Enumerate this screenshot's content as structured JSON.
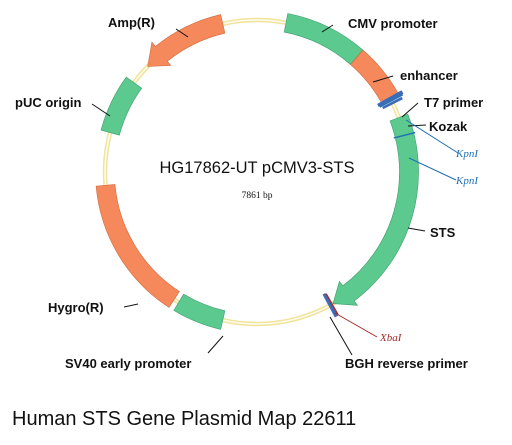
{
  "plasmid": {
    "name": "HG17862-UT pCMV3-STS",
    "size": "7861 bp"
  },
  "features": [
    {
      "id": "cmv_promoter",
      "label": "CMV promoter",
      "color": "#5cc98f"
    },
    {
      "id": "enhancer",
      "label": "enhancer",
      "color": "#f5895c"
    },
    {
      "id": "t7_primer",
      "label": "T7 primer",
      "color": "#3d6bb8"
    },
    {
      "id": "kozak",
      "label": "Kozak",
      "color": "#3d6bb8"
    },
    {
      "id": "sts",
      "label": "STS",
      "color": "#5cc98f"
    },
    {
      "id": "bgh_reverse_primer",
      "label": "BGH reverse primer",
      "color": "#3d6bb8"
    },
    {
      "id": "sv40_early_promoter",
      "label": "SV40 early promoter",
      "color": "#5cc98f"
    },
    {
      "id": "hygro_r",
      "label": "Hygro(R)",
      "color": "#f5895c"
    },
    {
      "id": "puc_origin",
      "label": "pUC origin",
      "color": "#5cc98f"
    },
    {
      "id": "amp_r",
      "label": "Amp(R)",
      "color": "#f5895c"
    }
  ],
  "restriction_sites": [
    {
      "id": "kpni_1",
      "label": "KpnI",
      "color": "#1f6fb5"
    },
    {
      "id": "kpni_2",
      "label": "KpnI",
      "color": "#1f6fb5"
    },
    {
      "id": "xbai",
      "label": "XbaI",
      "color": "#a52a2a"
    }
  ],
  "caption": "Human STS Gene Plasmid Map 22611",
  "colors": {
    "backbone": "#f1e39c",
    "backbone_inner": "#fffdf0"
  }
}
